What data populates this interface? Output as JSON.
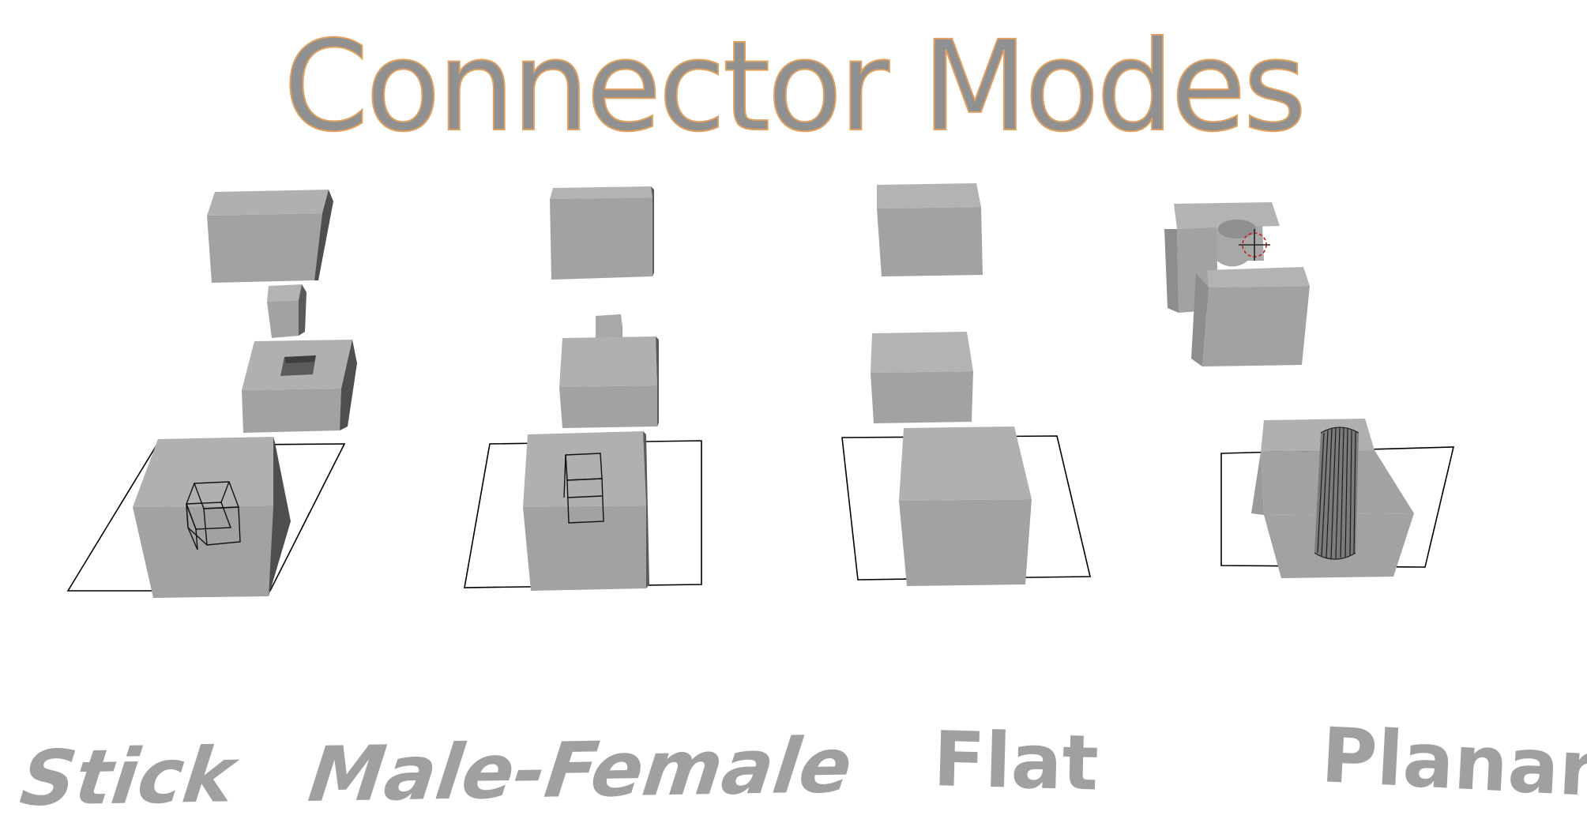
{
  "title": "Connector Modes",
  "labels": {
    "stick": "Stick",
    "male_female": "Male-Female",
    "flat": "Flat",
    "planar": "Planar"
  },
  "colors": {
    "title_fill": "#909090",
    "title_outline": "#e0a060",
    "label": "#a0a0a0",
    "cube_top": "#b0b0b0",
    "cube_front": "#a2a2a2",
    "cube_side_dark": "#4e4e50",
    "plane_line": "#000000"
  }
}
